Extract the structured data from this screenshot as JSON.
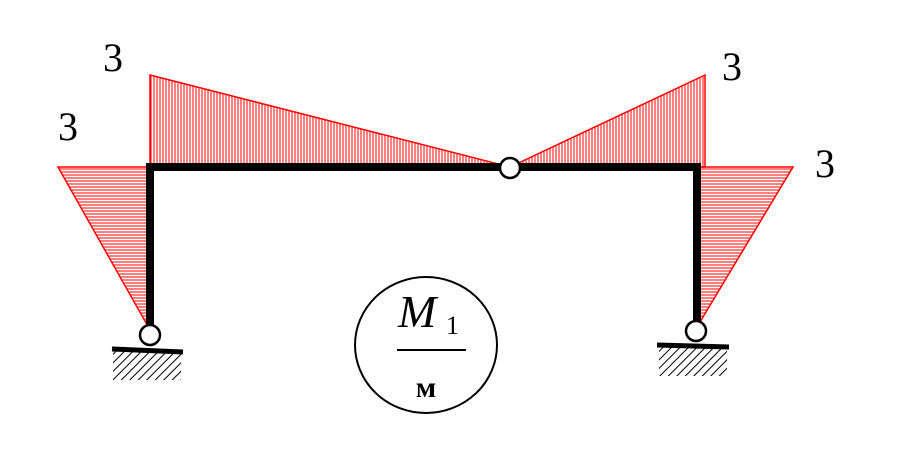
{
  "diagram": {
    "values": {
      "left_column": "3",
      "left_beam": "3",
      "right_beam": "3",
      "right_column": "3"
    },
    "badge": {
      "symbol": "M",
      "subscript": "1",
      "unit": "м"
    },
    "colors": {
      "frame": "#000000",
      "diagram": "#ff0000",
      "hatch": "#ff0000",
      "hinge_fill": "#ffffff"
    }
  }
}
